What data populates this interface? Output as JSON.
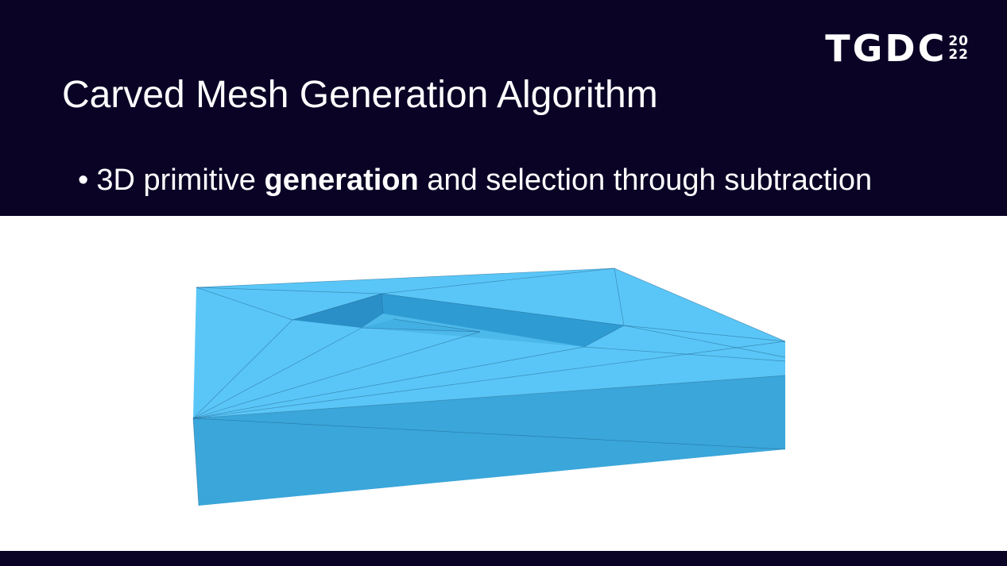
{
  "logo": {
    "text": "TGDC",
    "year_top": "20",
    "year_bottom": "22"
  },
  "title": "Carved Mesh Generation Algorithm",
  "bullet": {
    "marker": "•",
    "before": "3D primitive",
    "bold": "generation",
    "after": "and selection through subtraction"
  },
  "colors": {
    "band": "#0a0326",
    "mesh_top": "#5ac6f7",
    "mesh_front": "#3aa6da",
    "mesh_pocket": "#2f9bd3"
  },
  "figure": {
    "icon": "carved-mesh-3d-illustration"
  }
}
